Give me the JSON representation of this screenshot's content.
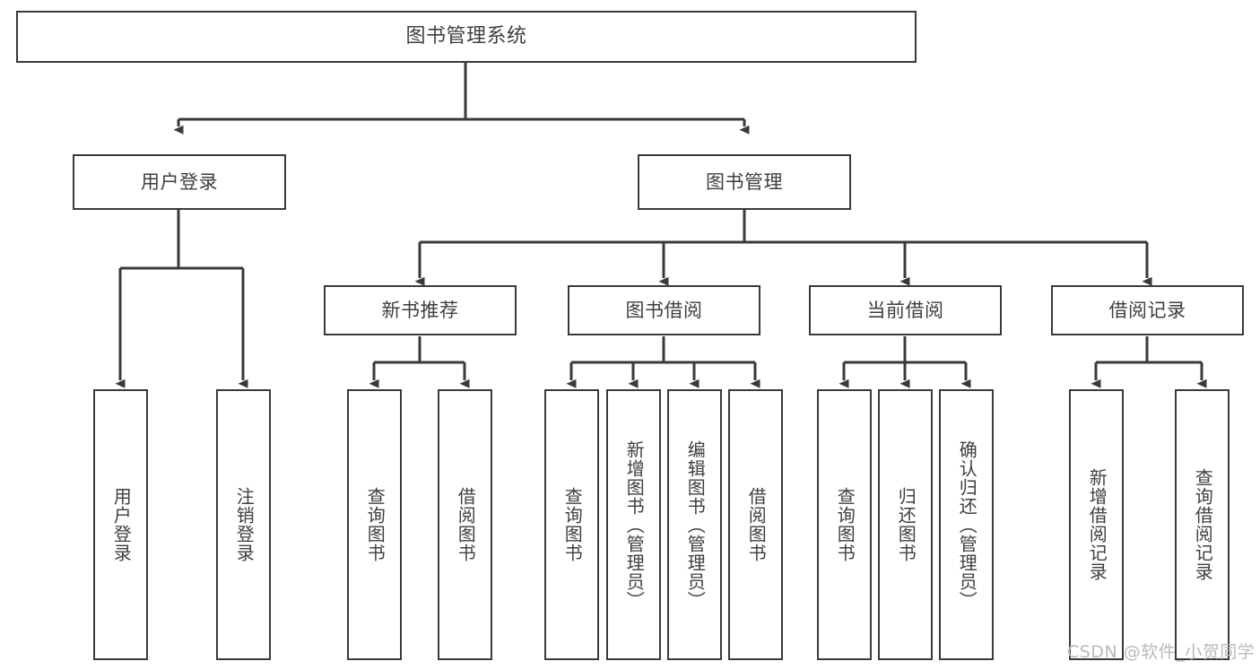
{
  "diagram": {
    "title": "图书管理系统",
    "type": "tree",
    "watermark": "CSDN @软件_小贺同学",
    "colors": {
      "background": "#ffffff",
      "stroke": "#3a3a3a",
      "text": "#3f3f3f",
      "watermark": "#b9b9b9"
    },
    "nodes": {
      "root": {
        "label": "图书管理系统"
      },
      "level2": [
        {
          "id": "user_login",
          "label": "用户登录"
        },
        {
          "id": "book_mgmt",
          "label": "图书管理"
        }
      ],
      "level3": [
        {
          "id": "new_book_rec",
          "label": "新书推荐",
          "parent": "book_mgmt"
        },
        {
          "id": "book_borrow",
          "label": "图书借阅",
          "parent": "book_mgmt"
        },
        {
          "id": "current_borrow",
          "label": "当前借阅",
          "parent": "book_mgmt"
        },
        {
          "id": "borrow_record",
          "label": "借阅记录",
          "parent": "book_mgmt"
        }
      ],
      "leaves": [
        {
          "id": "leaf_user_login",
          "label": "用户登录",
          "parent": "user_login"
        },
        {
          "id": "leaf_user_logout",
          "label": "注销登录",
          "parent": "user_login"
        },
        {
          "id": "leaf_query_book_1",
          "label": "查询图书",
          "parent": "new_book_rec"
        },
        {
          "id": "leaf_borrow_book_1",
          "label": "借阅图书",
          "parent": "new_book_rec"
        },
        {
          "id": "leaf_query_book_2",
          "label": "查询图书",
          "parent": "book_borrow"
        },
        {
          "id": "leaf_add_book",
          "label": "新增图书（管理员）",
          "parent": "book_borrow"
        },
        {
          "id": "leaf_edit_book",
          "label": "编辑图书（管理员）",
          "parent": "book_borrow"
        },
        {
          "id": "leaf_borrow_book_2",
          "label": "借阅图书",
          "parent": "book_borrow"
        },
        {
          "id": "leaf_query_book_3",
          "label": "查询图书",
          "parent": "current_borrow"
        },
        {
          "id": "leaf_return_book",
          "label": "归还图书",
          "parent": "current_borrow"
        },
        {
          "id": "leaf_confirm_return",
          "label": "确认归还（管理员）",
          "parent": "current_borrow"
        },
        {
          "id": "leaf_add_record",
          "label": "新增借阅记录",
          "parent": "borrow_record"
        },
        {
          "id": "leaf_query_record",
          "label": "查询借阅记录",
          "parent": "borrow_record"
        }
      ]
    }
  }
}
